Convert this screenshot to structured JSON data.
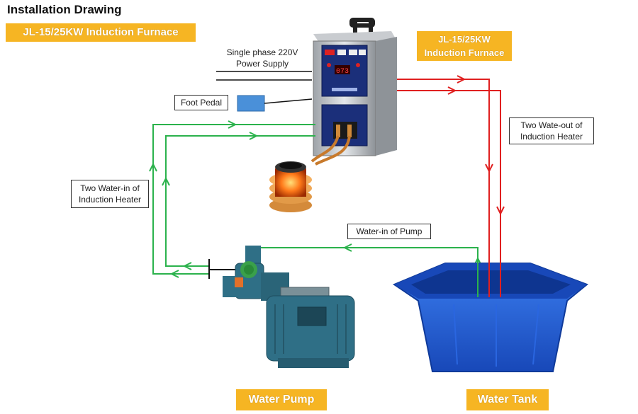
{
  "title": "Installation Drawing",
  "banners": {
    "main": "JL-15/25KW Induction Furnace",
    "furnace_line1": "JL-15/25KW",
    "furnace_line2": "Induction Furnace",
    "pump": "Water Pump",
    "tank": "Water Tank"
  },
  "labels": {
    "power_line1": "Single phase 220V",
    "power_line2": "Power Supply",
    "foot_pedal": "Foot Pedal",
    "water_out_line1": "Two Wate-out of",
    "water_out_line2": "Induction Heater",
    "water_in_line1": "Two Water-in of",
    "water_in_line2": "Induction Heater",
    "pump_in": "Water-in of Pump"
  },
  "display": {
    "readout": "073"
  },
  "colors": {
    "banner": "#f6b523",
    "water_in": "#2bb24c",
    "water_out": "#e02020",
    "tank": "#1f5fd6",
    "pump": "#2f6f86",
    "pedal": "#4a90d9"
  }
}
